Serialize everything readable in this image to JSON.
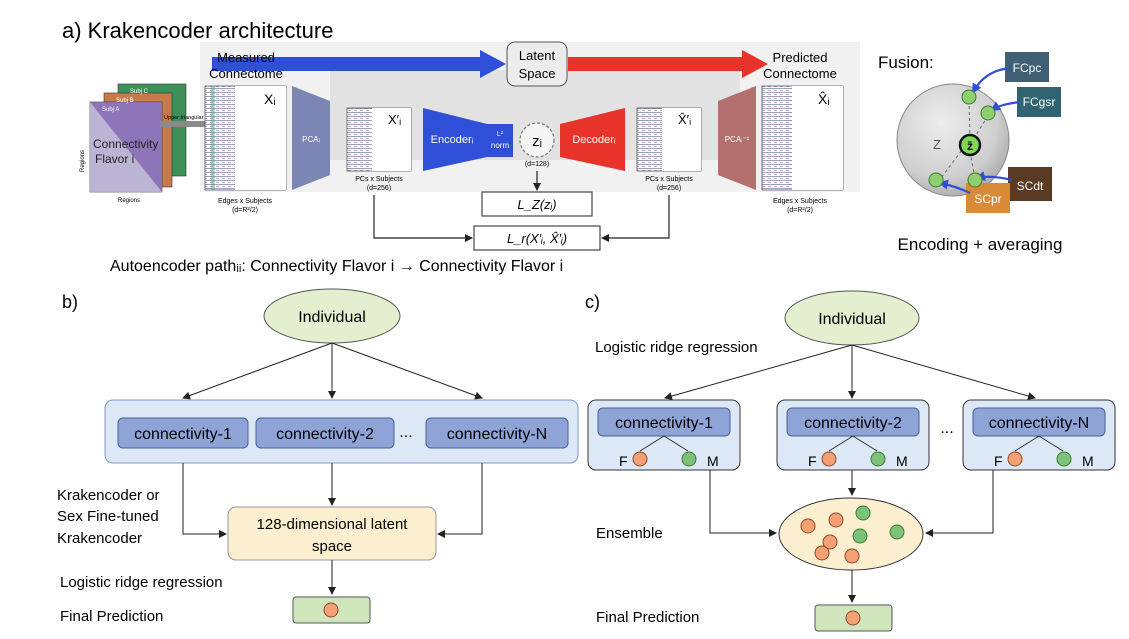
{
  "colors": {
    "arrow_blue": "#2f4fd8",
    "arrow_red": "#e8332a",
    "encoder_blue": "#2f4fd8",
    "decoder_red": "#e8332a",
    "pca_slate": "#7b86b4",
    "pca_inv": "#b3706e",
    "box_blue": "#8ea3d6",
    "panel_blue": "#dde8f6",
    "ellipse_green": "#e4efd0",
    "latent_yellow": "#fcefcf",
    "female_orange": "#f2a074",
    "male_green": "#7cc27b",
    "final_green": "#cfe6bd"
  },
  "panel_a": {
    "title": "a)  Krakencoder architecture",
    "measured_label_1": "Measured",
    "measured_label_2": "Connectome",
    "latent_label_1": "Latent",
    "latent_label_2": "Space",
    "predicted_label_1": "Predicted",
    "predicted_label_2": "Connectome",
    "subj_c": "Subj C",
    "subj_b": "Subj B",
    "subj_a": "Subj A",
    "upper_triangular": "Upper triangular",
    "flavor_1": "Connectivity",
    "flavor_2": "Flavor i",
    "regions": "Regions",
    "x_i": "Xᵢ",
    "x_i_prime": "X′ᵢ",
    "x_hat_i_prime": "X̂′ᵢ",
    "x_hat_i": "X̂ᵢ",
    "pca": "PCAᵢ",
    "pca_inv": "PCAᵢ⁻¹",
    "encoder": "Encoderᵢ",
    "l2_1": "L²",
    "l2_2": "norm",
    "z_i": "zᵢ",
    "d128": "(d=128)",
    "decoder": "Decoderᵢ",
    "edges_subjects": "Edges x Subjects",
    "edges_dim": "(d=R²/2)",
    "pcs_subjects": "PCs x Subjects",
    "pcs_dim": "(d=256)",
    "loss_z": "L_Z(zᵢ)",
    "loss_r": "L_r(X′ᵢ, X̂′ᵢ)",
    "autoencoder_path": "Autoencoder pathᵢᵢ: Connectivity Flavor i → Connectivity Flavor i"
  },
  "fusion": {
    "title": "Fusion:",
    "fcpc": "FCpc",
    "fcgsr": "FCgsr",
    "scdt": "SCdt",
    "scpr": "SCpr",
    "z_label": "Z",
    "z_bar": "z̄",
    "caption": "Encoding + averaging"
  },
  "panel_b": {
    "label": "b)",
    "individual": "Individual",
    "conn_1": "connectivity-1",
    "conn_2": "connectivity-2",
    "ellipsis": "...",
    "conn_n": "connectivity-N",
    "kraken_1": "Krakencoder or",
    "kraken_2": "Sex Fine-tuned",
    "kraken_3": "Krakencoder",
    "latent_1": "128-dimensional latent",
    "latent_2": "space",
    "logistic": "Logistic ridge regression",
    "final": "Final Prediction"
  },
  "panel_c": {
    "label": "c)",
    "individual": "Individual",
    "logistic": "Logistic ridge regression",
    "conn_1": "connectivity-1",
    "conn_2": "connectivity-2",
    "ellipsis": "...",
    "conn_n": "connectivity-N",
    "f": "F",
    "m": "M",
    "ensemble": "Ensemble",
    "final": "Final Prediction"
  }
}
